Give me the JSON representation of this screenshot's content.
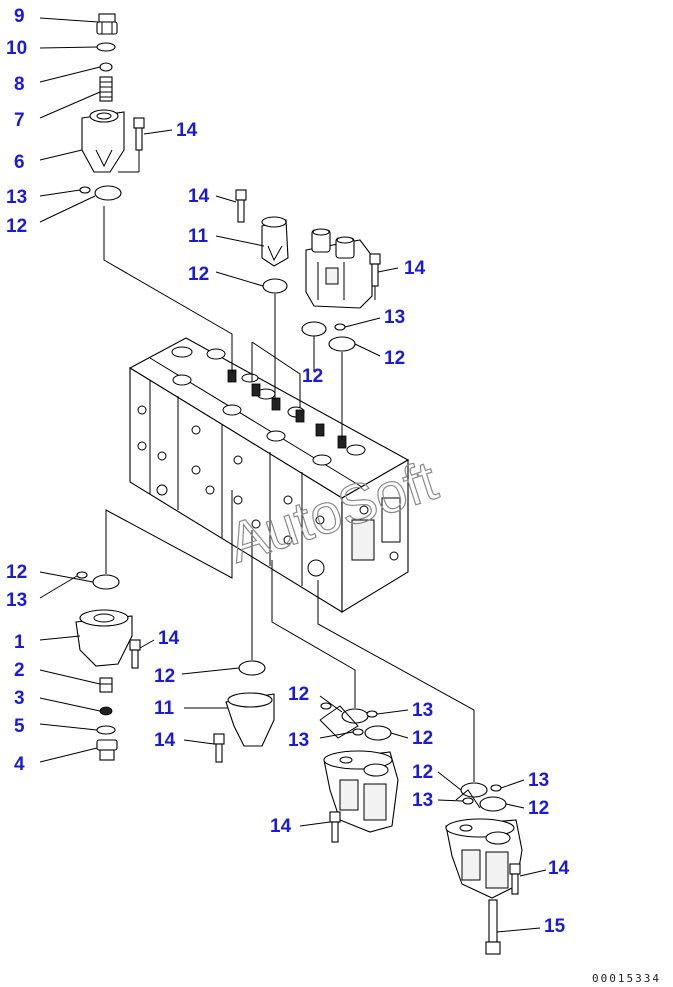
{
  "callouts": [
    {
      "id": "c9",
      "text": "9"
    },
    {
      "id": "c10",
      "text": "10"
    },
    {
      "id": "c8",
      "text": "8"
    },
    {
      "id": "c7",
      "text": "7"
    },
    {
      "id": "c6",
      "text": "6"
    },
    {
      "id": "c14a",
      "text": "14"
    },
    {
      "id": "c13a",
      "text": "13"
    },
    {
      "id": "c12a",
      "text": "12"
    },
    {
      "id": "c14b",
      "text": "14"
    },
    {
      "id": "c11a",
      "text": "11"
    },
    {
      "id": "c12b",
      "text": "12"
    },
    {
      "id": "c14c",
      "text": "14"
    },
    {
      "id": "c13b",
      "text": "13"
    },
    {
      "id": "c12c",
      "text": "12"
    },
    {
      "id": "c12d",
      "text": "12"
    },
    {
      "id": "c12e",
      "text": "12"
    },
    {
      "id": "c13c",
      "text": "13"
    },
    {
      "id": "c1",
      "text": "1"
    },
    {
      "id": "c14d",
      "text": "14"
    },
    {
      "id": "c2",
      "text": "2"
    },
    {
      "id": "c12f",
      "text": "12"
    },
    {
      "id": "c3",
      "text": "3"
    },
    {
      "id": "c11b",
      "text": "11"
    },
    {
      "id": "c5",
      "text": "5"
    },
    {
      "id": "c14e",
      "text": "14"
    },
    {
      "id": "c4",
      "text": "4"
    },
    {
      "id": "c12g",
      "text": "12"
    },
    {
      "id": "c13d",
      "text": "13"
    },
    {
      "id": "c13e",
      "text": "13"
    },
    {
      "id": "c12h",
      "text": "12"
    },
    {
      "id": "c12i",
      "text": "12"
    },
    {
      "id": "c13f",
      "text": "13"
    },
    {
      "id": "c13g",
      "text": "13"
    },
    {
      "id": "c12j",
      "text": "12"
    },
    {
      "id": "c14f",
      "text": "14"
    },
    {
      "id": "c14g",
      "text": "14"
    },
    {
      "id": "c15",
      "text": "15"
    }
  ],
  "watermark": "AutoSoft",
  "drawing_code": "00015334"
}
